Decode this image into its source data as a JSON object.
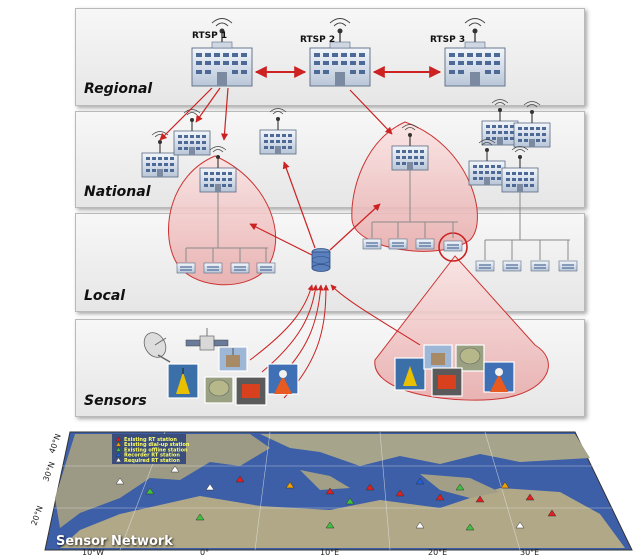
{
  "layers": [
    {
      "key": "regional",
      "label": "Regional"
    },
    {
      "key": "national",
      "label": "National"
    },
    {
      "key": "local",
      "label": "Local"
    },
    {
      "key": "sensors",
      "label": "Sensors"
    }
  ],
  "rtsp": [
    "RTSP 1",
    "RTSP 2",
    "RTSP 3"
  ],
  "map": {
    "title": "Sensor Network",
    "legend": [
      {
        "label": "Existing RT station",
        "color": "#e02020"
      },
      {
        "label": "Existing dial-up station",
        "color": "#f0a000"
      },
      {
        "label": "Existing offline station",
        "color": "#40c040"
      },
      {
        "label": "Recorder RT station",
        "color": "#2060e0"
      },
      {
        "label": "Required RT station",
        "color": "#ffffff"
      }
    ],
    "lat_labels": [
      "40°N",
      "30°N",
      "20°N"
    ],
    "lon_labels": [
      "10°W",
      "0°",
      "10°E",
      "20°E",
      "30°E"
    ]
  },
  "colors": {
    "arrow": "#cc2222",
    "bubble_fill": "#f3c9c9",
    "bubble_stroke": "#cc3333",
    "building": "#d9e2ef",
    "sea": "#3d5fa8",
    "land": "#9a9a86"
  }
}
